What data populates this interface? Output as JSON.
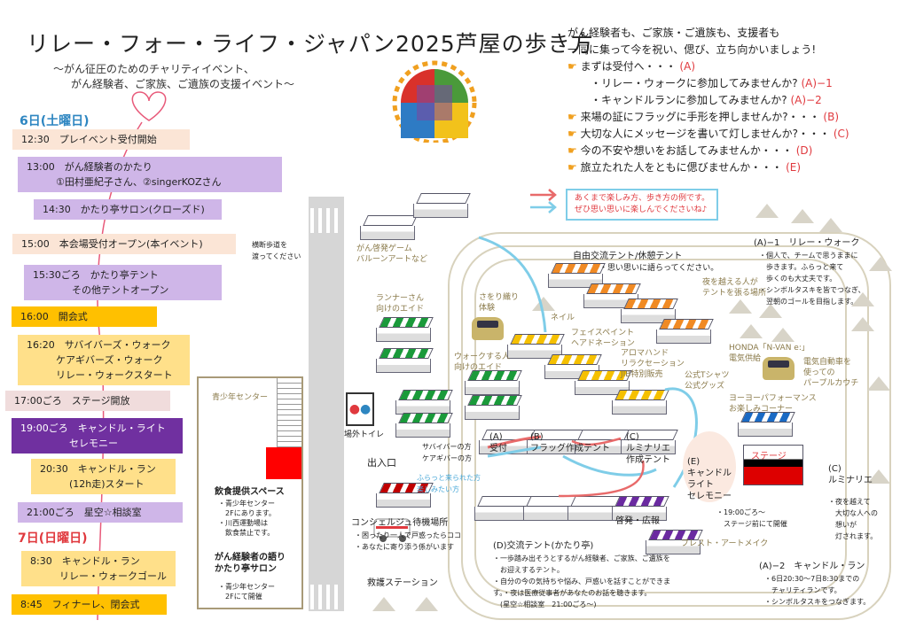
{
  "title": "リレー・フォー・ライフ・ジャパン2025芦屋の歩き方",
  "subtitle": [
    "〜がん征圧のためのチャリティイベント、",
    "がん経験者、ご家族、ご遺族の支援イベント〜"
  ],
  "intro": {
    "lines": [
      "がん経験者も、ご家族・ご遺族も、支援者も",
      "一同に集って今を祝い、偲び、立ち向かいましょう!"
    ],
    "items": [
      {
        "text": "まずは受付へ・・・",
        "tag": "(A)",
        "hand": true
      },
      {
        "text": "・リレー・ウォークに参加してみませんか?",
        "tag": "(A)−1",
        "hand": false
      },
      {
        "text": "・キャンドルランに参加してみませんか?",
        "tag": "(A)−2",
        "hand": false
      },
      {
        "text": "来場の証にフラッグに手形を押しませんか?・・・",
        "tag": "(B)",
        "hand": true
      },
      {
        "text": "大切な人にメッセージを書いて灯しませんか?・・・",
        "tag": "(C)",
        "hand": true
      },
      {
        "text": "今の不安や想いをお話してみませんか・・・",
        "tag": "(D)",
        "hand": true
      },
      {
        "text": "旅立たれた人をともに偲びませんか・・・",
        "tag": "(E)",
        "hand": true
      }
    ]
  },
  "schedule": {
    "day1": "6日(土曜日)",
    "day2": "7日(日曜日)",
    "items": [
      {
        "time": "12:30",
        "text": "プレイベント受付開始"
      },
      {
        "time": "13:00",
        "text": "がん経験者のかたり\n　　　①田村亜紀子さん、②singerKOZさん"
      },
      {
        "time": "14:30",
        "text": "かたり亭サロン(クローズド)"
      },
      {
        "time": "15:00",
        "text": "本会場受付オープン(本イベント)"
      },
      {
        "time": "15:30ごろ",
        "text": "かたり亭テント\n　　　　その他テントオープン"
      },
      {
        "time": "16:00",
        "text": "開会式"
      },
      {
        "time": "16:20",
        "text": "サバイバーズ・ウォーク\n　　　ケアギバーズ・ウォーク\n　　　リレー・ウォークスタート"
      },
      {
        "time": "17:00ごろ",
        "text": "ステージ開放"
      },
      {
        "time": "19:00ごろ",
        "text": "キャンドル・ライト\n　　　　　セレモニー"
      },
      {
        "time": "20:30",
        "text": "キャンドル・ラン\n　　　(12h走)スタート"
      },
      {
        "time": "21:00ごろ",
        "text": "星空☆相談室"
      },
      {
        "time": "8:30",
        "text": "キャンドル・ラン\n　　　リレー・ウォークゴール"
      },
      {
        "time": "8:45",
        "text": "フィナーレ、閉会式"
      }
    ]
  },
  "legend": {
    "text": "あくまで楽しみ方、歩き方の例です。\nぜひ思い思いに楽しんでくださいね♪"
  },
  "map": {
    "crosswalk": "横断歩道を\n渡ってください",
    "youth_center": "青少年センター",
    "food_title": "飲食提供スペース",
    "food_notes": "・青少年センター\n　2Fにあります。\n・川西運動場は\n　飲食禁止です。",
    "salon_title": "がん経験者の語り\nかたり亭サロン",
    "salon_notes": "・青少年センター\n　2Fにて開催",
    "game": "がん啓発ゲーム\nバルーンアートなど",
    "runner_aid": "ランナーさん\n向けのエイド",
    "walker_aid": "ウォークする人\n向けのエイド",
    "sakiori": "さをり織り\n体験",
    "nail": "ネイル",
    "facepaint": "フェイスペイント\nヘアドネーション",
    "aroma": "アロマハンド\nリラクセーション\nJIB特別販売",
    "tshirt": "公式Tシャツ\n公式グッズ",
    "free_tent": "自由交流テント/休憩テント",
    "free_note": "・思い思いに語らってください。",
    "camp": "夜を越える人が\nテントを張る場所",
    "honda": "HONDA「N-VAN e:」\n電気供給",
    "pouch": "電気自動車を\n使っての\nパープルカウチ",
    "yoyo": "ヨーヨーパフォーマンス\nお楽しみコーナー",
    "stage": "ステージ",
    "toilet": "場外トイレ",
    "entrance": "出入口",
    "survivor": "サバイバーの方\nケアギバーの方",
    "casual": "ふらっと来られた方\n楽しみたい方",
    "tentA": "(A)\n受付",
    "tentB": "(B)\nフラッグ作成テント",
    "tentC": "(C)\nルミナリエ\n作成テント",
    "keihatsu": "啓発・広報",
    "breast": "ブレスト・アートメイク",
    "concierge": "コンシェルジュ待機場所",
    "concierge_notes": "・困ったり一人で戸惑ったらココ\n・あなたに寄り添う係がいます",
    "rescue": "救護ステーション",
    "D_title": "(D)交流テント(かたり亭)",
    "D_notes": "・一歩踏み出そうとするがん経験者、ご家族、ご遺族を\n　お迎えするテント。\n・自分の今の気持ちや悩み、戸惑いを話すことができま\nす。・夜は医療従事者があなたのお話を聴きます。\n　(星空☆相談室　21:00ごろ〜)",
    "E_title": "(E)\nキャンドル\nライト\nセレモニー",
    "E_notes": "・19:00ごろ〜\n　ステージ前にて開催",
    "A1_title": "(A)−1　リレー・ウォーク",
    "A1_notes": "・個人で、チームで思うままに\n　歩きます。ふらっと来て\n　歩くのも大丈夫です。\n・シンボルタスキを皆でつなぎ、\n　翌朝のゴールを目指します。",
    "C_title": "(C)\nルミナリエ",
    "C_notes": "・夜を越えて\n　大切な人への\n　想いが\n　灯されます。",
    "A2_title": "(A)−2　キャンドル・ラン",
    "A2_notes": "・6日20:30〜7日8:30までの\n　チャリティランです。\n・シンボルタスキをつなぎます。"
  },
  "colors": {
    "accent_red": "#e0393e",
    "accent_blue": "#5bc0e8",
    "purple": "#7030a0"
  }
}
